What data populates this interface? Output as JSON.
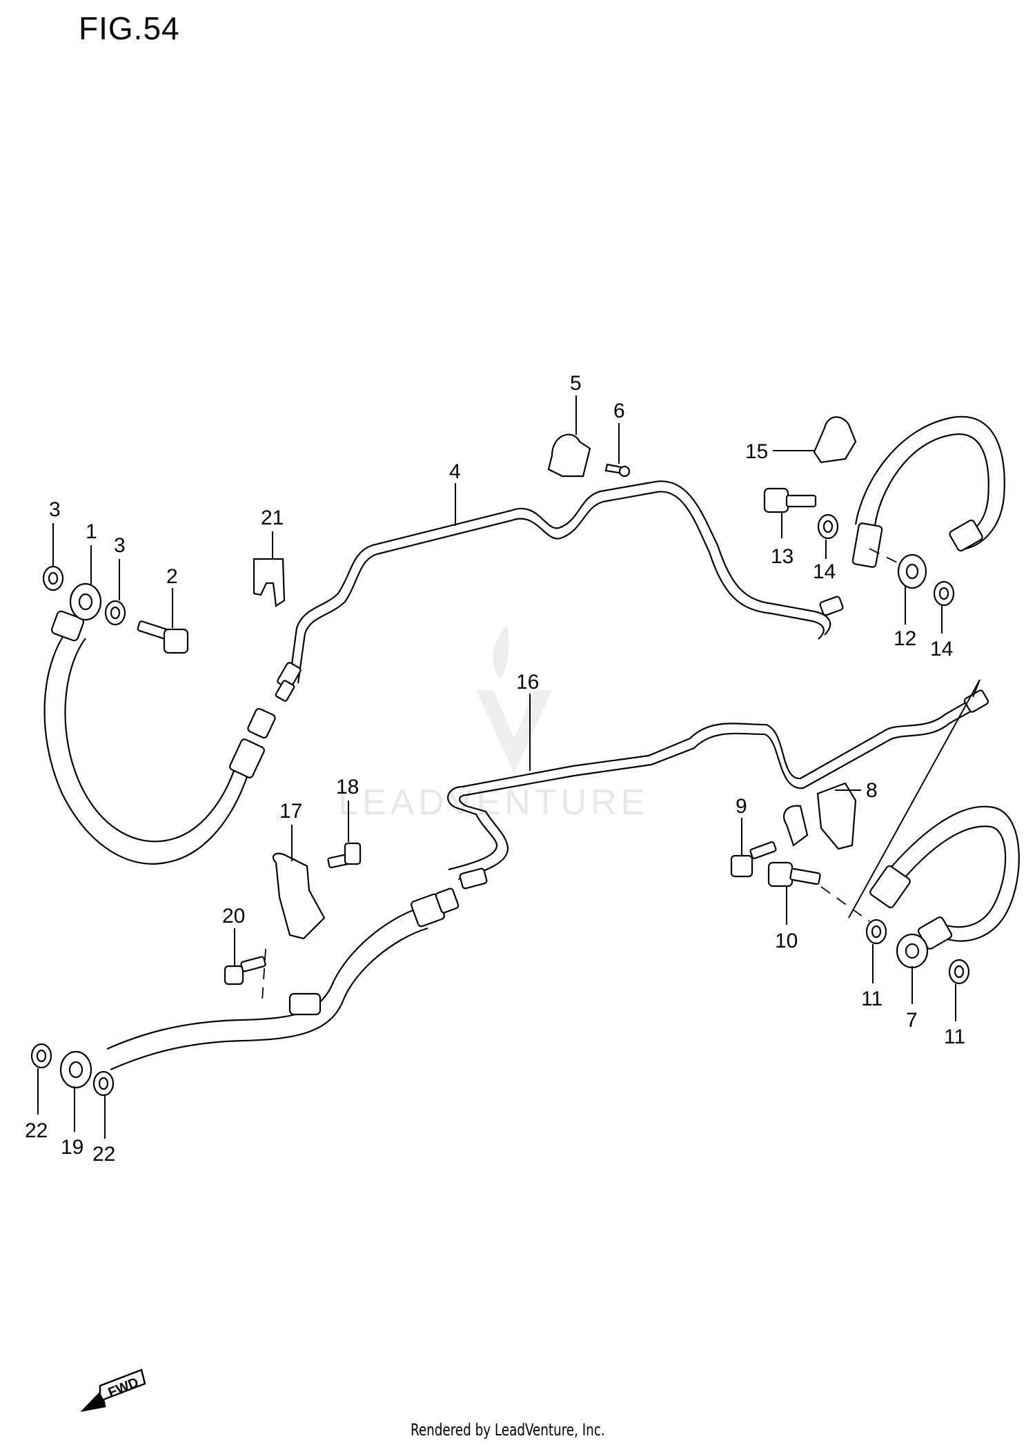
{
  "figure": {
    "title": "FIG.54",
    "footer": "Rendered by LeadVenture, Inc.",
    "watermark": "LEADVENTURE",
    "direction_badge": "FWD"
  },
  "callouts": [
    {
      "id": "c1",
      "label": "1"
    },
    {
      "id": "c2",
      "label": "2"
    },
    {
      "id": "c3a",
      "label": "3"
    },
    {
      "id": "c3b",
      "label": "3"
    },
    {
      "id": "c4",
      "label": "4"
    },
    {
      "id": "c5",
      "label": "5"
    },
    {
      "id": "c6",
      "label": "6"
    },
    {
      "id": "c7",
      "label": "7"
    },
    {
      "id": "c8",
      "label": "8"
    },
    {
      "id": "c9",
      "label": "9"
    },
    {
      "id": "c10",
      "label": "10"
    },
    {
      "id": "c11a",
      "label": "11"
    },
    {
      "id": "c11b",
      "label": "11"
    },
    {
      "id": "c12",
      "label": "12"
    },
    {
      "id": "c13",
      "label": "13"
    },
    {
      "id": "c14a",
      "label": "14"
    },
    {
      "id": "c14b",
      "label": "14"
    },
    {
      "id": "c15",
      "label": "15"
    },
    {
      "id": "c16",
      "label": "16"
    },
    {
      "id": "c17",
      "label": "17"
    },
    {
      "id": "c18",
      "label": "18"
    },
    {
      "id": "c19",
      "label": "19"
    },
    {
      "id": "c20",
      "label": "20"
    },
    {
      "id": "c21",
      "label": "21"
    },
    {
      "id": "c22a",
      "label": "22"
    },
    {
      "id": "c22b",
      "label": "22"
    }
  ]
}
